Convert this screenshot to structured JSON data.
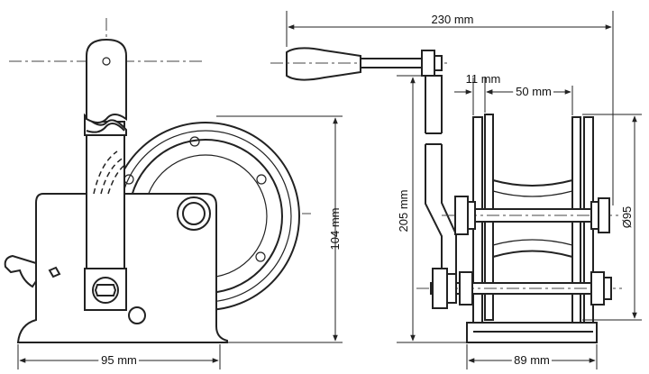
{
  "dimensions": {
    "overall_length": "230 mm",
    "flange_gap": "11 mm",
    "drum_width": "50 mm",
    "height": "205 mm",
    "drum_diameter": "Ø95",
    "front_height": "104 mm",
    "front_width": "95 mm",
    "base_width": "89 mm"
  }
}
